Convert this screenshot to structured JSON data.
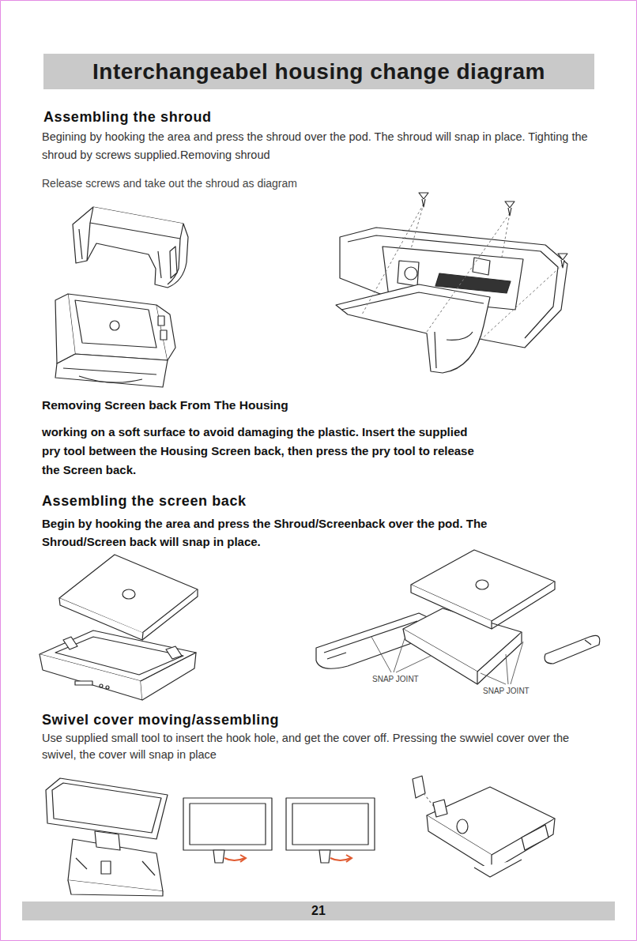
{
  "diagram": {
    "title": "Interchangeabel housing change diagram",
    "nodes": [
      {
        "text": [
          "21"
        ]
      }
    ],
    "labels": [
      "Assembling the shroud",
      "Begining by hooking the area and press the shroud over the pod. The shroud will snap in place. Tighting the shroud by screws supplied.Removing shroud",
      "Release screws and take out the shroud as diagram",
      "Removing Screen back From The Housing",
      "working on a soft surface to avoid damaging the plastic. Insert the supplied pry tool between the Housing Screen back, then press the pry tool to release the Screen back.",
      "Assembling the screen back",
      "Begin by hooking the area and press the Shroud/Screenback over the pod. The Shroud/Screen back will snap in place.",
      "SNAP JOINT",
      "SNAP JOINT",
      "Swivel cover moving/assembling",
      "Use supplied small tool to insert the hook hole, and get the cover off. Pressing the swwiel cover over the swivel, the cover will snap in place"
    ]
  }
}
